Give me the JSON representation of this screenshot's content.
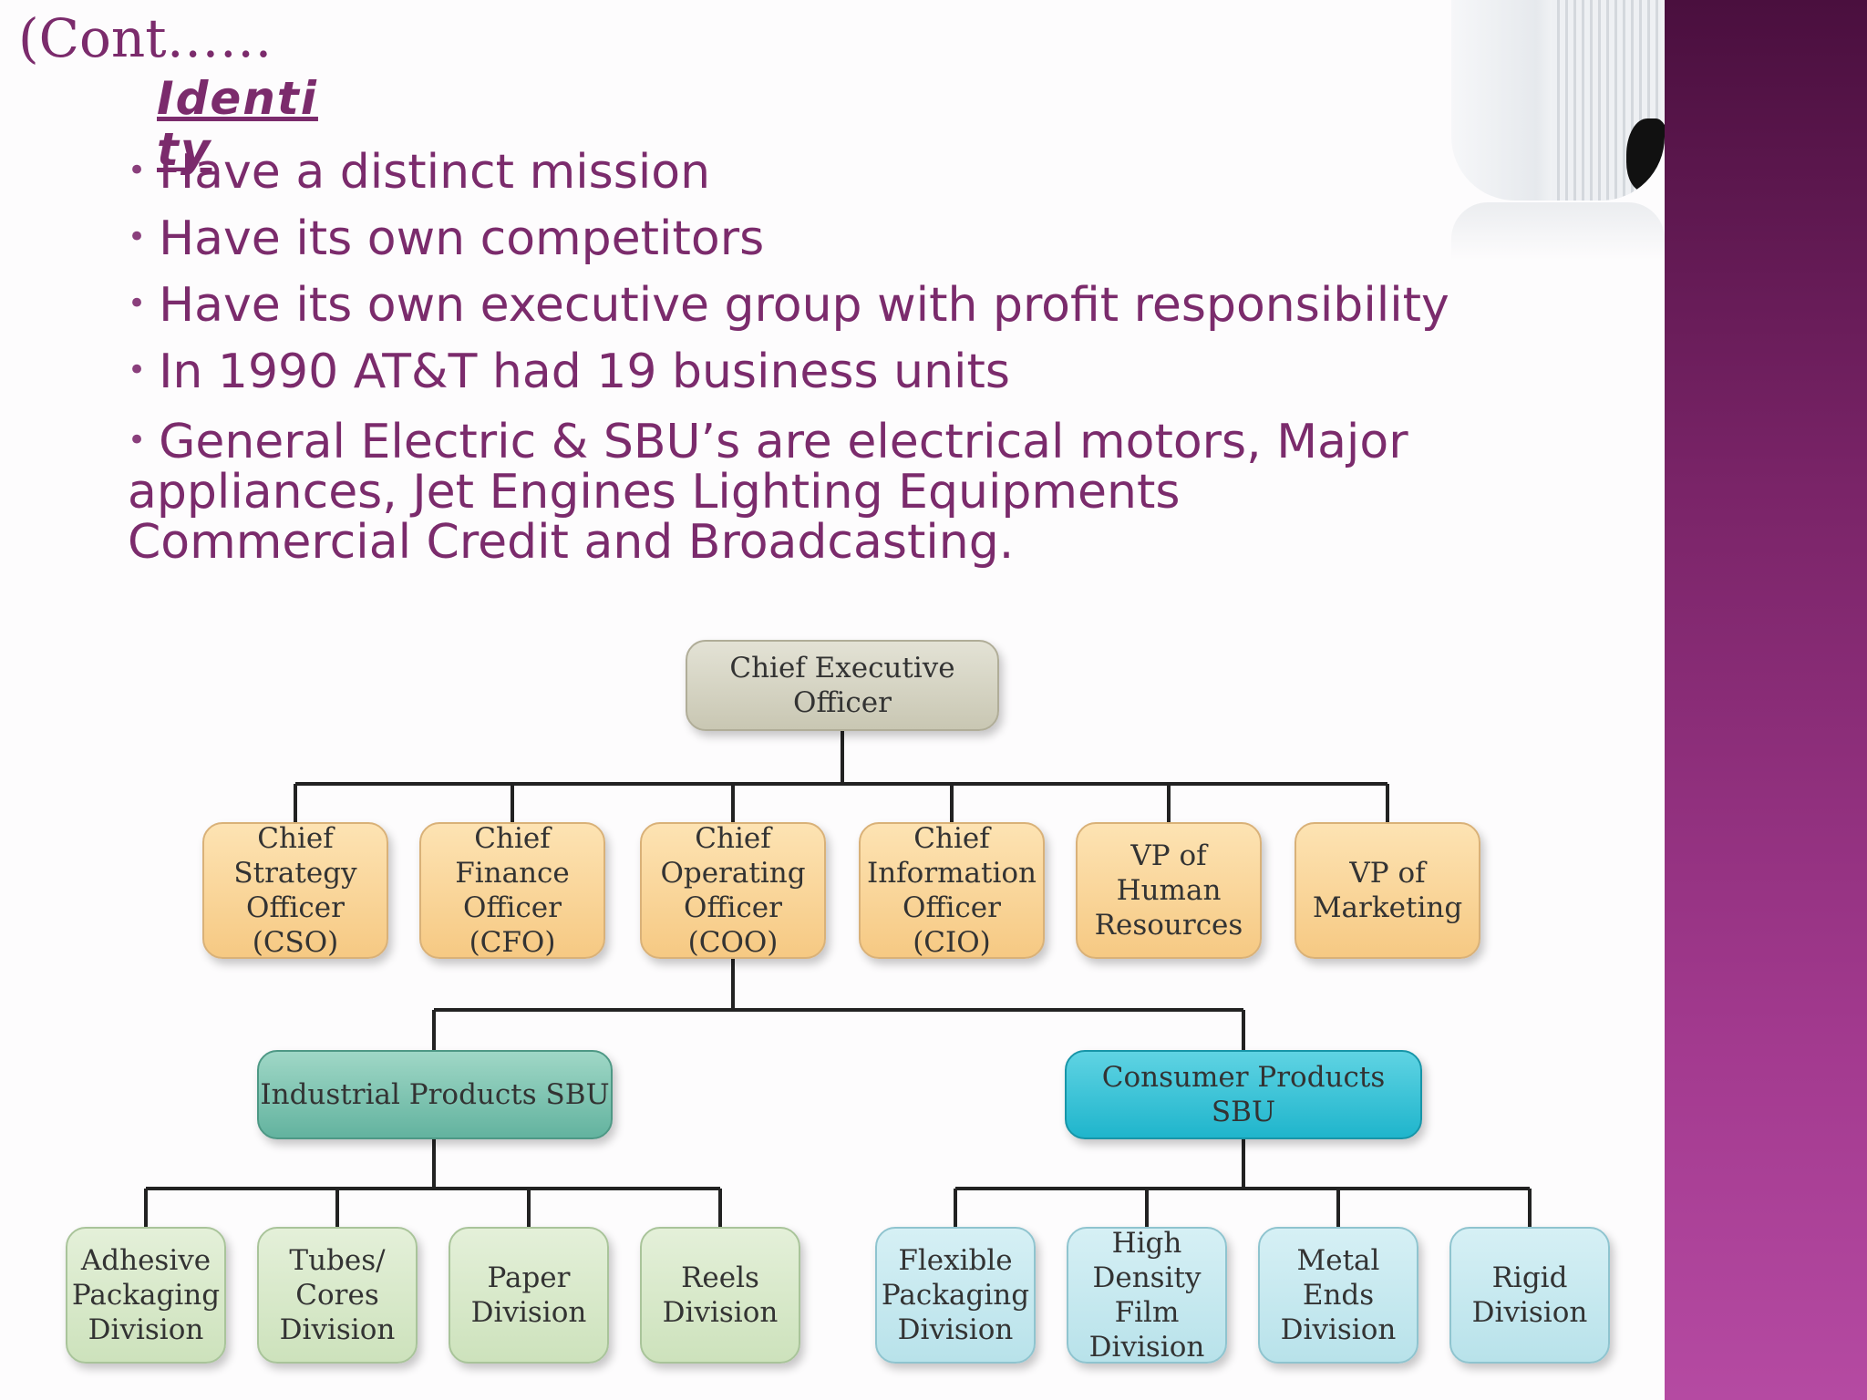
{
  "slide": {
    "continued": "(Cont……",
    "identity_word_1": "Identi",
    "identity_word_2": "ty",
    "bullets": [
      "Have a distinct mission",
      "Have its own competitors",
      "Have its own executive group with profit responsibility",
      "In 1990 AT&T had 19 business units",
      "General Electric & SBU’s  are electrical motors, Major appliances, Jet Engines Lighting Equipments Commercial Credit and Broadcasting."
    ],
    "bullet_marker": "•"
  },
  "org_chart": {
    "ceo": "Chief Executive Officer",
    "executives": [
      "Chief\nStrategy\nOfficer (CSO)",
      "Chief\nFinance\nOfficer (CFO)",
      "Chief\nOperating\nOfficer (COO)",
      "Chief\nInformation\nOfficer (CIO)",
      "VP of\nHuman\nResources",
      "VP of\nMarketing"
    ],
    "sbus": [
      "Industrial Products SBU",
      "Consumer Products SBU"
    ],
    "industrial_divisions": [
      "Adhesive\nPackaging\nDivision",
      "Tubes/\nCores\nDivision",
      "Paper\nDivision",
      "Reels\nDivision"
    ],
    "consumer_divisions": [
      "Flexible\nPackaging\nDivision",
      "High\nDensity Film\nDivision",
      "Metal\nEnds\nDivision",
      "Rigid\nDivision"
    ]
  },
  "colors": {
    "accent": "#7b2b6c",
    "side_band": "#a33a8f",
    "exec_box": "#f6c983",
    "industrial_sbu": "#63b39f",
    "consumer_sbu": "#1fb5cc"
  }
}
